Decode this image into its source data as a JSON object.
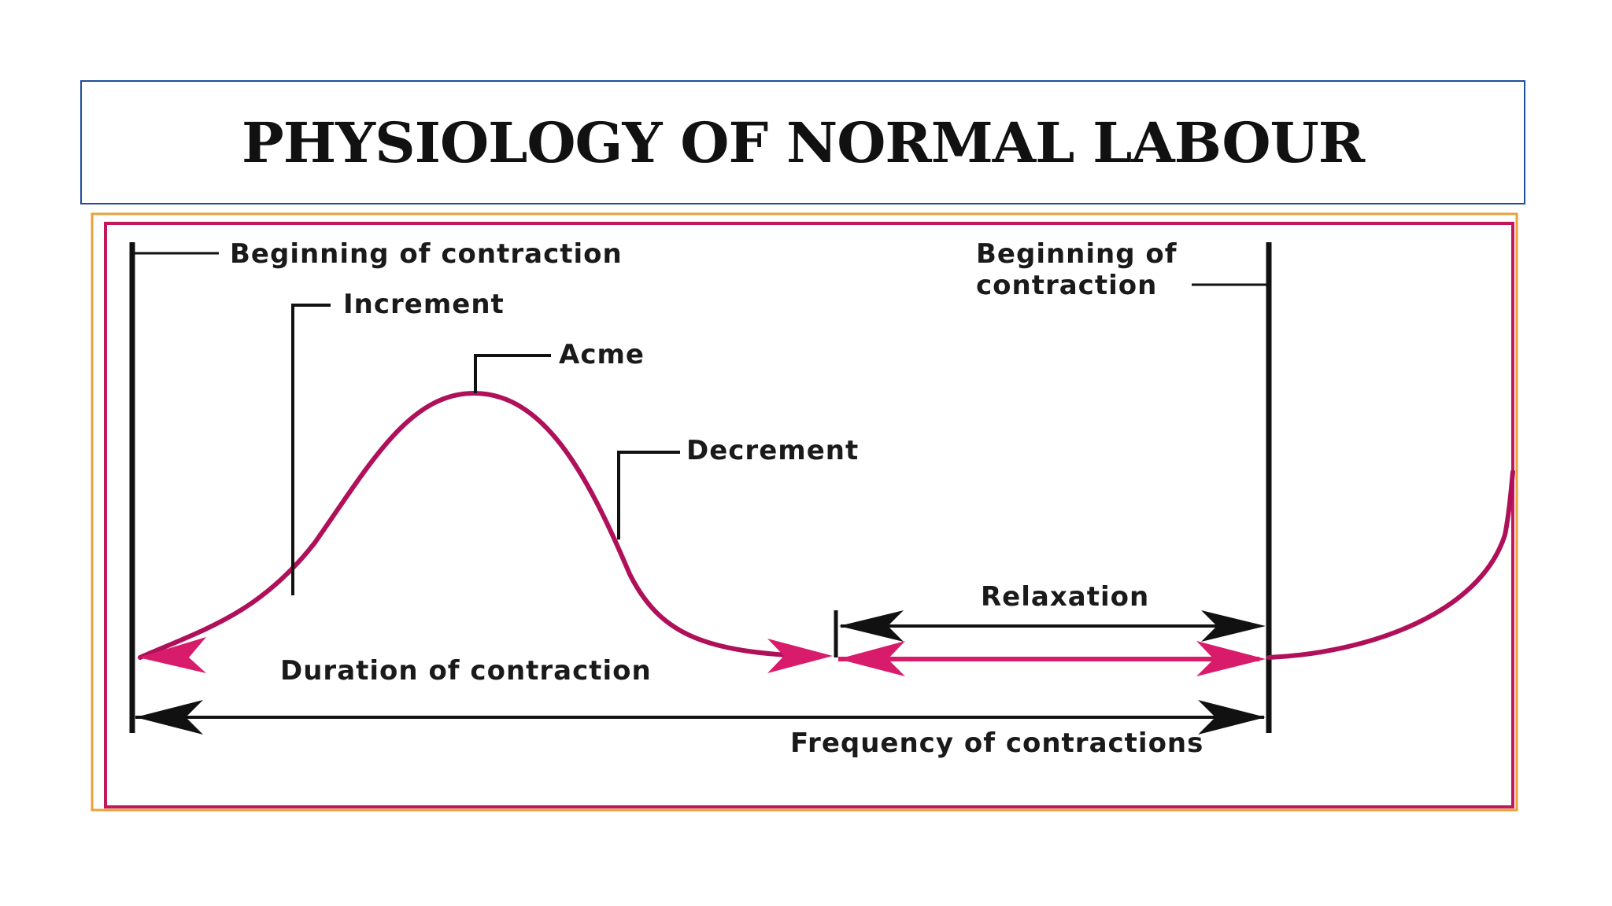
{
  "title": "PHYSIOLOGY OF NORMAL LABOUR",
  "labels": {
    "beginning_left": "Beginning of contraction",
    "increment": "Increment",
    "acme": "Acme",
    "decrement": "Decrement",
    "beginning_right_line1": "Beginning of",
    "beginning_right_line2": "contraction",
    "relaxation": "Relaxation",
    "duration": "Duration of contraction",
    "frequency": "Frequency of contractions"
  },
  "colors": {
    "curve": "#b0105a",
    "arrow_magenta": "#d81b6a",
    "line": "#111111",
    "outer_frame": "#e8a23a",
    "inner_frame": "#c0185a",
    "title_border": "#1f4e9a"
  }
}
